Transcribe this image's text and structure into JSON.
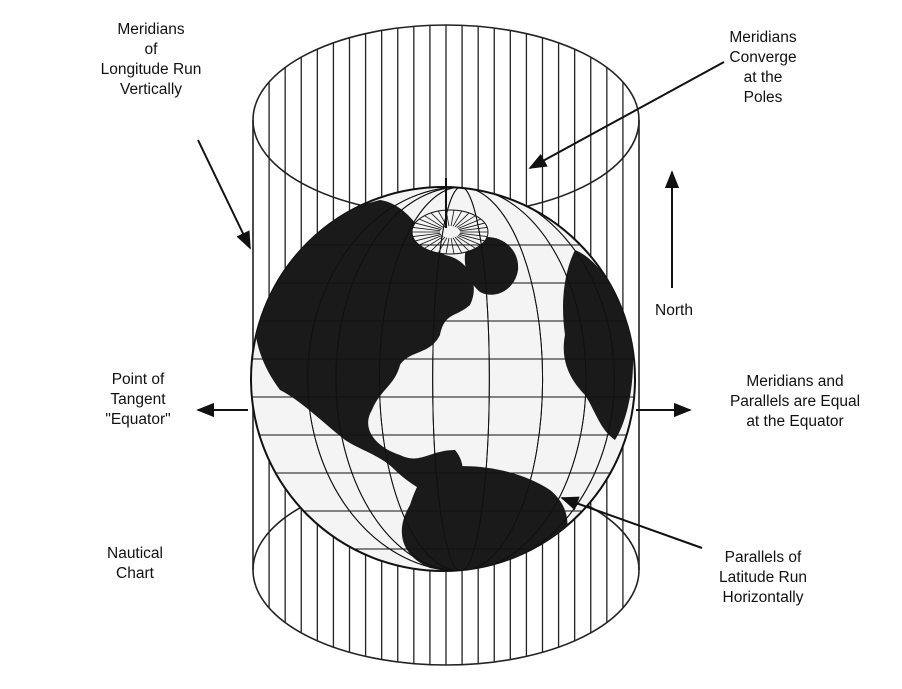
{
  "labels": {
    "meridians_vertical": [
      "Meridians",
      "of",
      "Longitude Run",
      "Vertically"
    ],
    "meridians_converge": [
      "Meridians",
      "Converge",
      "at the",
      "Poles"
    ],
    "north": [
      "North"
    ],
    "point_of_tangent": [
      "Point of",
      "Tangent",
      "\"Equator\""
    ],
    "equal_at_equator": [
      "Meridians and",
      "Parallels are Equal",
      "at the Equator"
    ],
    "nautical_chart": [
      "Nautical",
      "Chart"
    ],
    "parallels_horizontal": [
      "Parallels of",
      "Latitude Run",
      "Horizontally"
    ]
  },
  "colors": {
    "ink": "#111111",
    "land": "#1a1a1a",
    "ocean": "#f4f4f4",
    "background": "#ffffff"
  }
}
